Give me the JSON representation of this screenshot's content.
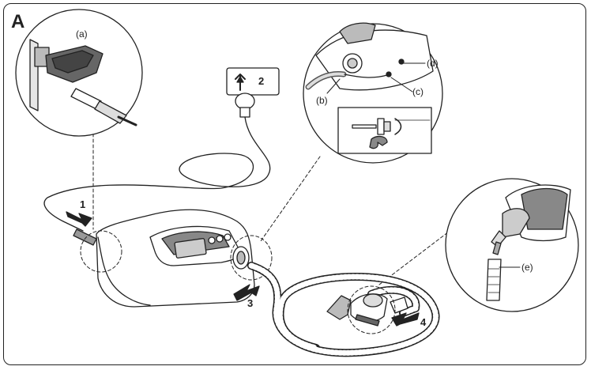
{
  "diagram": {
    "panel_letter": "A",
    "step_labels": [
      "1",
      "2",
      "3",
      "4"
    ],
    "callouts": [
      "(a)",
      "(b)",
      "(c)",
      "(d)",
      "(e)"
    ]
  }
}
